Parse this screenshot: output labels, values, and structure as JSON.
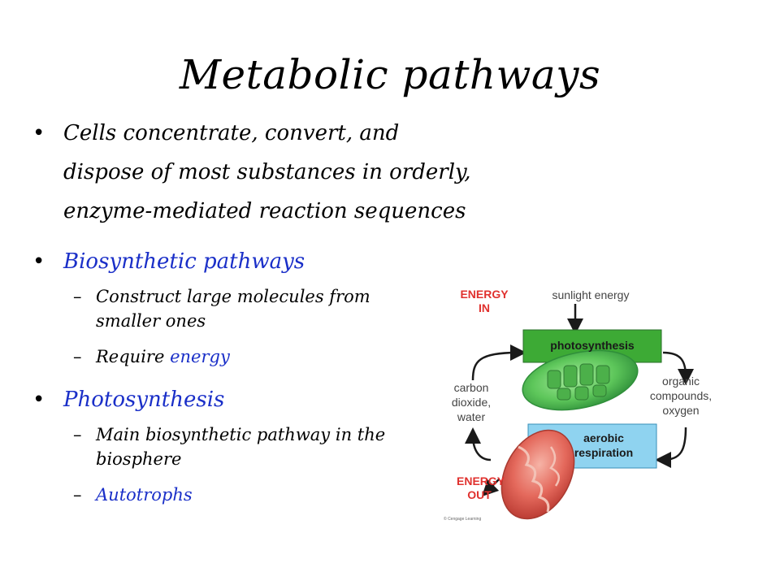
{
  "slide": {
    "title": "Metabolic pathways",
    "bullets": [
      {
        "text": "Cells concentrate, convert, and dispose of most substances in orderly, enzyme-mediated reaction sequences",
        "color": "#000000",
        "sub": []
      },
      {
        "text": "Biosynthetic pathways",
        "color": "#1a2fc8",
        "sub": [
          {
            "prefix": "Construct large molecules from smaller ones",
            "emph": ""
          },
          {
            "prefix": "Require ",
            "emph": "energy"
          }
        ]
      },
      {
        "text": "Photosynthesis",
        "color": "#1a2fc8",
        "sub": [
          {
            "prefix": "Main biosynthetic pathway in the biosphere",
            "emph": ""
          },
          {
            "prefix": "",
            "emph": "Autotrophs"
          }
        ]
      }
    ],
    "bullet_glyph": "•",
    "dash_glyph": "–"
  },
  "diagram": {
    "energy_in": "ENERGY IN",
    "sunlight": "sunlight energy",
    "photosynthesis": "photosynthesis",
    "organic": "organic compounds, oxygen",
    "carbon": "carbon dioxide, water",
    "aerobic": "aerobic respiration",
    "energy_out": "ENERGY OUT",
    "credit": "© Cengage Learning",
    "colors": {
      "red_label": "#e0312e",
      "photosynthesis_box": "#3daa35",
      "respiration_box": "#8fd3f0",
      "chloroplast": "#6fd07a",
      "mitochondrion": "#e4695c"
    }
  }
}
